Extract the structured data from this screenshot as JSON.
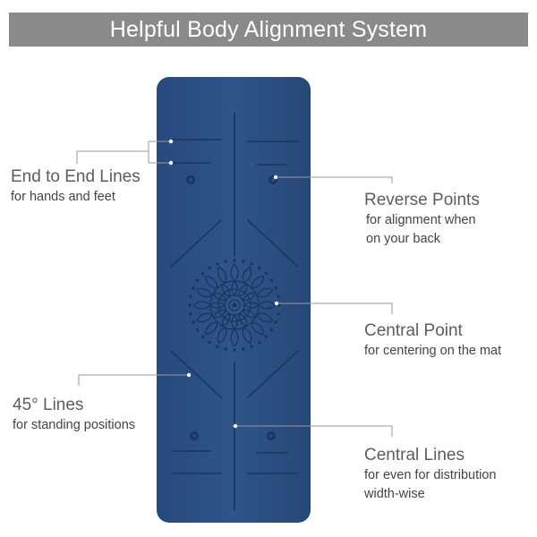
{
  "header": {
    "title": "Helpful Body Alignment System"
  },
  "features": {
    "end_to_end": {
      "title": "End to End Lines",
      "sub": [
        "for hands and feet"
      ]
    },
    "reverse_points": {
      "title": "Reverse Points",
      "sub": [
        "for alignment when",
        "on your back"
      ]
    },
    "central_point": {
      "title": "Central Point",
      "sub": [
        "for centering on the mat"
      ]
    },
    "lines_45": {
      "title": "45° Lines",
      "sub": [
        "for standing positions"
      ]
    },
    "central_lines": {
      "title": "Central Lines",
      "sub": [
        "for even for distribution",
        "width-wise"
      ]
    }
  },
  "colors": {
    "banner_bg": "#8a8a8a",
    "mat_fill": "#2b4f84",
    "mat_line": "#1b3560",
    "leader_line": "#9a9a9a"
  },
  "icons": [
    "yoga-mat-illustration",
    "mandala-icon"
  ]
}
